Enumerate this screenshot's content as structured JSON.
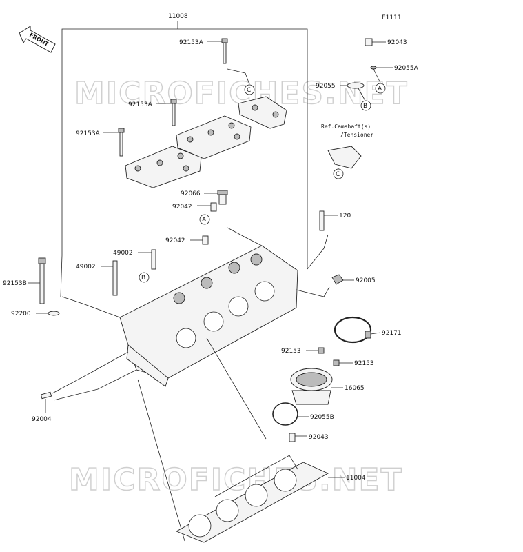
{
  "diagram_code": "E1111",
  "front_label": "FRONT",
  "watermarks": [
    "MICROFICHES.NET",
    "MICROFICHES.NET"
  ],
  "ref_note": {
    "line1": "Ref.Camshaft(s)",
    "line2": "/Tensioner"
  },
  "parts": {
    "p11008": "11008",
    "p92153A_1": "92153A",
    "p92153A_2": "92153A",
    "p92153A_3": "92153A",
    "p92043_top": "92043",
    "p92055A": "92055A",
    "p92055": "92055",
    "p92066": "92066",
    "p92042_1": "92042",
    "p92042_2": "92042",
    "p120": "120",
    "p49002_1": "49002",
    "p49002_2": "49002",
    "p92153B": "92153B",
    "p92200": "92200",
    "p92005": "92005",
    "p92171": "92171",
    "p92153_1": "92153",
    "p92153_2": "92153",
    "p16065": "16065",
    "p92055B": "92055B",
    "p92043_bottom": "92043",
    "p11004": "11004",
    "p92004": "92004"
  },
  "callouts": {
    "a1": "A",
    "a2": "A",
    "b1": "B",
    "b2": "B",
    "c1": "C",
    "c2": "C"
  }
}
